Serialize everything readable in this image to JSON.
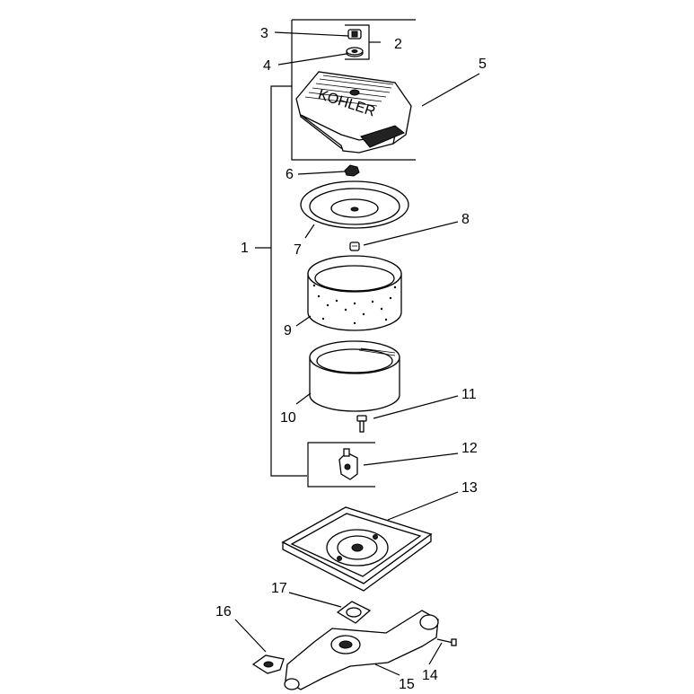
{
  "diagram": {
    "callouts": [
      {
        "id": "1",
        "text": "1"
      },
      {
        "id": "2",
        "text": "2"
      },
      {
        "id": "3",
        "text": "3"
      },
      {
        "id": "4",
        "text": "4"
      },
      {
        "id": "5",
        "text": "5"
      },
      {
        "id": "6",
        "text": "6"
      },
      {
        "id": "7",
        "text": "7"
      },
      {
        "id": "8",
        "text": "8"
      },
      {
        "id": "9",
        "text": "9"
      },
      {
        "id": "10",
        "text": "10"
      },
      {
        "id": "11",
        "text": "11"
      },
      {
        "id": "12",
        "text": "12"
      },
      {
        "id": "13",
        "text": "13"
      },
      {
        "id": "14",
        "text": "14"
      },
      {
        "id": "15",
        "text": "15"
      },
      {
        "id": "16",
        "text": "16"
      },
      {
        "id": "17",
        "text": "17"
      }
    ],
    "cover_logo": "KOHLER"
  }
}
